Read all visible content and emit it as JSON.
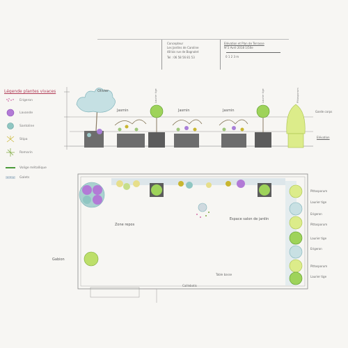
{
  "title_block": {
    "company_lines": [
      "Concepteur",
      "Les Jardins de Caroline",
      "48 bis rue de Bagnolet",
      "Tel : 06 58 56 81 53"
    ],
    "plan_lines": [
      "Elévation et Plan de Terrasse",
      "N°2        Avril 2018        1/50e",
      "0    1    2    3 m"
    ]
  },
  "legend": {
    "title": "Légende plantes vivaces",
    "items": [
      {
        "label": "Erigeron",
        "icon": "dots-pink"
      },
      {
        "label": "Lavande",
        "icon": "circle-purple"
      },
      {
        "label": "Santoline",
        "icon": "circle-teal"
      },
      {
        "label": "Stipa",
        "icon": "grass-yellow"
      },
      {
        "label": "Romarin",
        "icon": "burst-green"
      },
      {
        "label": "Volige métallique",
        "icon": "bar-green"
      },
      {
        "label": "Galets",
        "icon": "pebbles"
      }
    ]
  },
  "elevation": {
    "plant_labels": [
      "Olivier",
      "Jasmin",
      "Jasmin",
      "Jasmin",
      "Laurier tige",
      "Laurier tige",
      "Pittosporum"
    ],
    "right_notes": [
      "Garde corps",
      "Elévation"
    ]
  },
  "plan": {
    "labels": [
      "Zone repos",
      "Espace salon de jardin",
      "Gabion",
      "Table basse",
      "Caillebotis"
    ],
    "right_list": [
      "Pittosporum",
      "Laurier tige",
      "Erigeron",
      "Pittosporum",
      "Laurier tige",
      "Erigeron",
      "Pittosporum",
      "Laurier tige"
    ]
  }
}
